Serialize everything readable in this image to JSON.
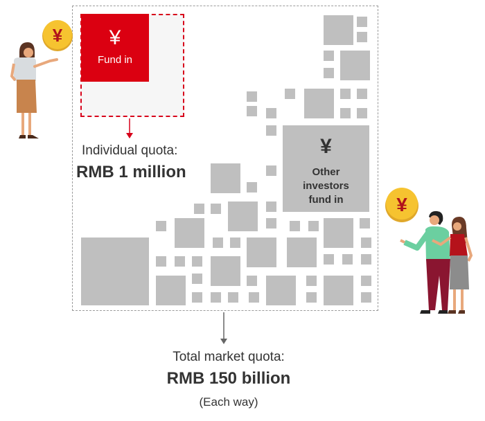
{
  "individual_box": {
    "icon": "yen-icon",
    "symbol": "¥",
    "label": "Fund in"
  },
  "individual_quota": {
    "label": "Individual quota:",
    "value": "RMB 1 million"
  },
  "other_box": {
    "icon": "yen-icon",
    "symbol": "¥",
    "label_lines": [
      "Other",
      "investors",
      "fund in"
    ]
  },
  "total_quota": {
    "label": "Total market quota:",
    "value": "RMB 150 billion",
    "note": "(Each way)"
  },
  "coins": {
    "symbol": "¥"
  },
  "colors": {
    "accent_red": "#db0011",
    "block_gray": "#bfbfbf",
    "coin_yellow": "#f6c330"
  }
}
